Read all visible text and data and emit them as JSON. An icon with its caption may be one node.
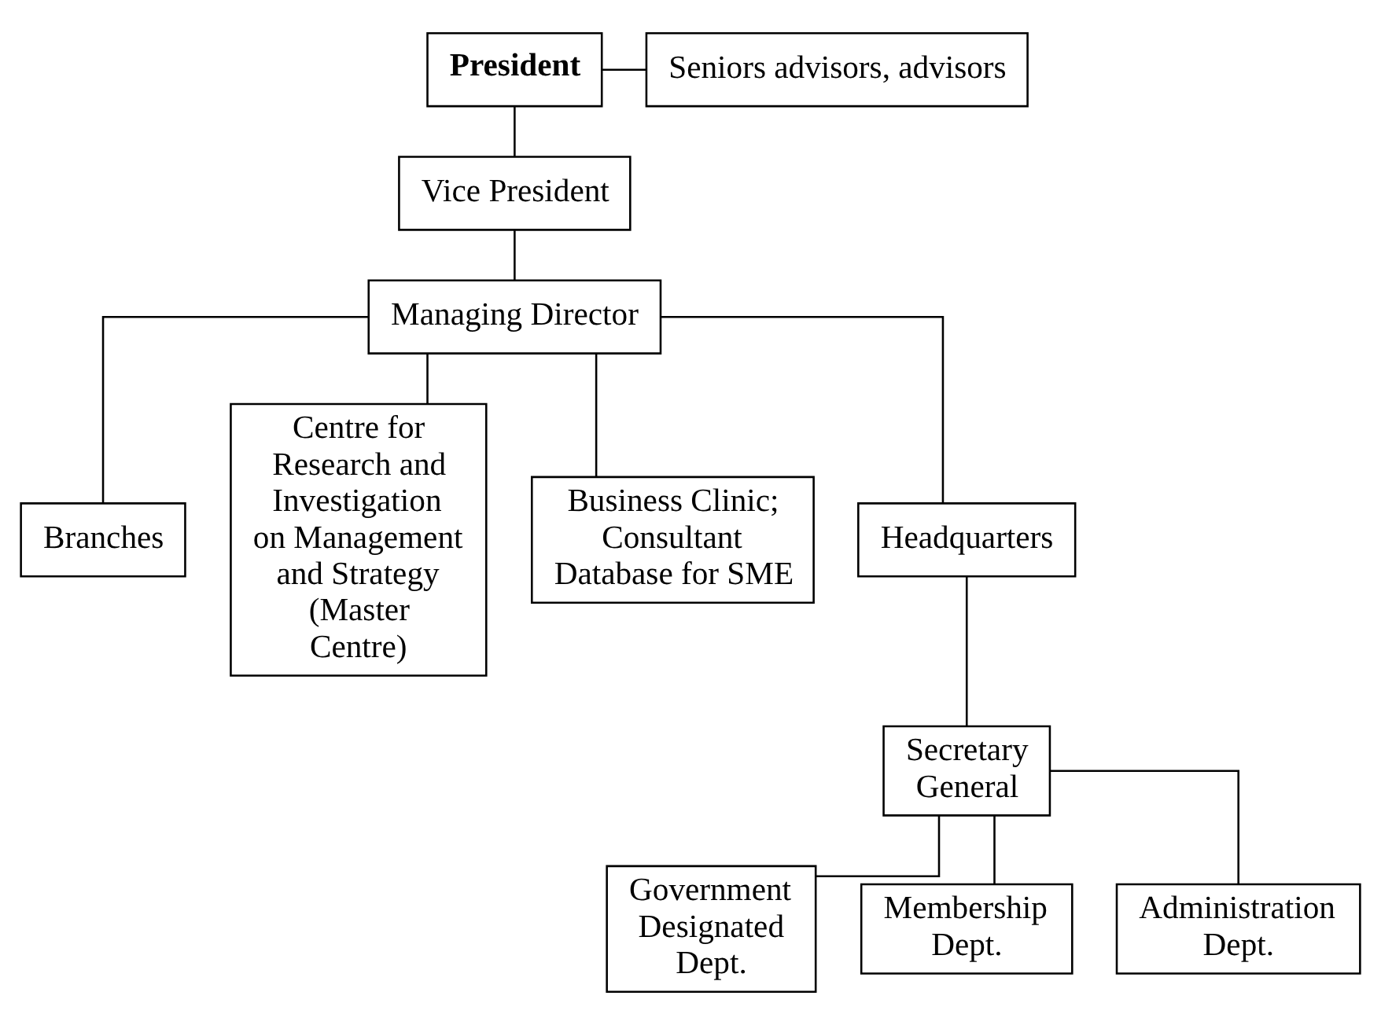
{
  "diagram": {
    "nodes": [
      {
        "text": [
          "President"
        ]
      },
      {
        "text": [
          "Seniors advisors, advisors"
        ]
      },
      {
        "text": [
          "Vice President"
        ]
      },
      {
        "text": [
          "Managing Director"
        ]
      },
      {
        "text": [
          "Branches"
        ]
      },
      {
        "text": [
          "Centre for Research and Investigation on Management and Strategy (Master Centre)"
        ]
      },
      {
        "text": [
          "Business Clinic; Consultant Database for SME"
        ]
      },
      {
        "text": [
          "Headquarters"
        ]
      },
      {
        "text": [
          "Secretary General"
        ]
      },
      {
        "text": [
          "Government Designated Dept."
        ]
      },
      {
        "text": [
          "Membership Dept."
        ]
      },
      {
        "text": [
          "Administration Dept."
        ]
      }
    ],
    "edges": [
      {
        "from": 0,
        "to": 1,
        "arrow": "none"
      },
      {
        "from": 0,
        "to": 2,
        "arrow": "none"
      },
      {
        "from": 2,
        "to": 3,
        "arrow": "none"
      },
      {
        "from": 3,
        "to": 4,
        "arrow": "none"
      },
      {
        "from": 3,
        "to": 5,
        "arrow": "none"
      },
      {
        "from": 3,
        "to": 6,
        "arrow": "none"
      },
      {
        "from": 3,
        "to": 7,
        "arrow": "none"
      },
      {
        "from": 7,
        "to": 8,
        "arrow": "none"
      },
      {
        "from": 8,
        "to": 9,
        "arrow": "none"
      },
      {
        "from": 8,
        "to": 10,
        "arrow": "none"
      },
      {
        "from": 8,
        "to": 11,
        "arrow": "none"
      }
    ]
  }
}
